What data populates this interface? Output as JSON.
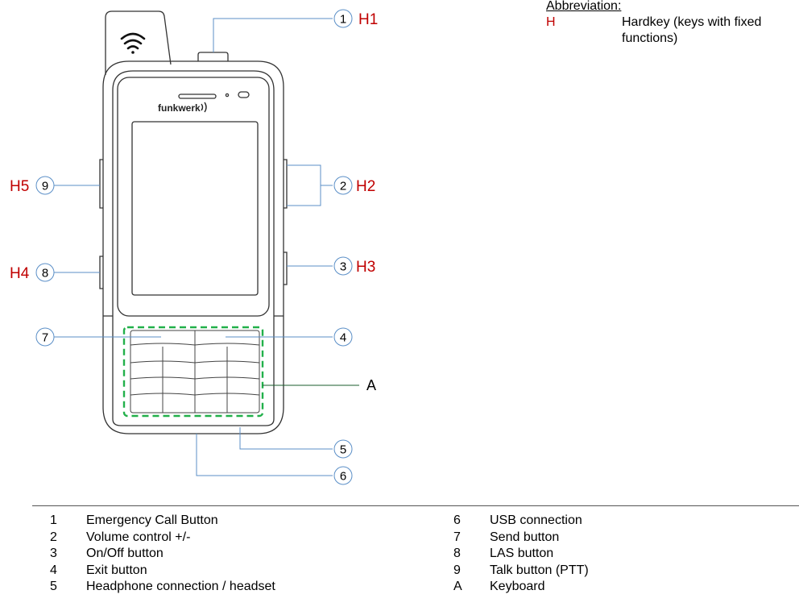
{
  "diagram": {
    "brand": "funkwerk",
    "callouts": [
      {
        "id": "1",
        "hk": "H1"
      },
      {
        "id": "2",
        "hk": "H2"
      },
      {
        "id": "3",
        "hk": "H3"
      },
      {
        "id": "4",
        "hk": ""
      },
      {
        "id": "5",
        "hk": ""
      },
      {
        "id": "6",
        "hk": ""
      },
      {
        "id": "7",
        "hk": ""
      },
      {
        "id": "8",
        "hk": "H4"
      },
      {
        "id": "9",
        "hk": "H5"
      }
    ],
    "keyboard_label": "A",
    "colors": {
      "hardkey": "#c00000",
      "leader": "#5b8fc7",
      "keyboard_frame": "#22b04a",
      "outline": "#333333"
    }
  },
  "abbreviation": {
    "title": "Abbreviation:",
    "items": [
      {
        "key": "H",
        "desc": "Hardkey (keys with fixed functions)"
      }
    ]
  },
  "legend": {
    "left": [
      {
        "num": "1",
        "text": "Emergency Call Button"
      },
      {
        "num": "2",
        "text": "Volume control +/-"
      },
      {
        "num": "3",
        "text": "On/Off button"
      },
      {
        "num": "4",
        "text": "Exit button"
      },
      {
        "num": "5",
        "text": "Headphone connection / headset"
      }
    ],
    "right": [
      {
        "num": "6",
        "text": "USB connection"
      },
      {
        "num": "7",
        "text": "Send button"
      },
      {
        "num": "8",
        "text": "LAS button"
      },
      {
        "num": "9",
        "text": "Talk button (PTT)"
      },
      {
        "num": "A",
        "text": "Keyboard"
      }
    ]
  }
}
